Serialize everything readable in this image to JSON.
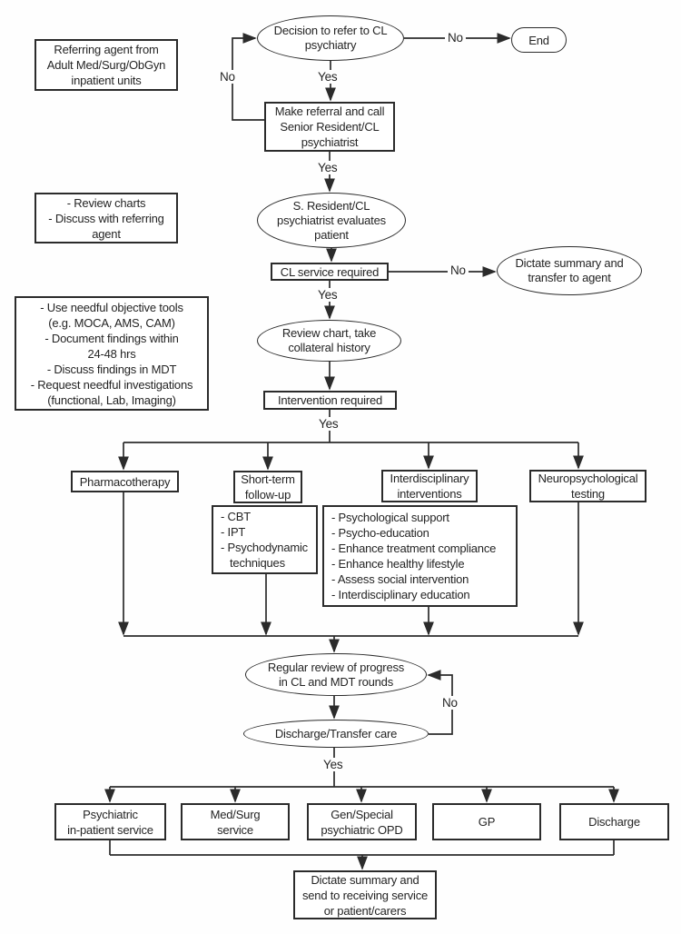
{
  "labels": {
    "yes": "Yes",
    "no": "No"
  },
  "nodes": {
    "decision_refer": {
      "lines": [
        "Decision to refer to CL",
        "psychiatry"
      ]
    },
    "end": {
      "lines": [
        "End"
      ]
    },
    "referring_agent": {
      "lines": [
        "Referring agent from",
        "Adult Med/Surg/ObGyn",
        "inpatient units"
      ]
    },
    "make_referral": {
      "lines": [
        "Make referral and call",
        "Senior Resident/CL",
        "psychiatrist"
      ]
    },
    "review_charts_note": {
      "lines": [
        "- Review charts",
        "- Discuss with referring",
        "agent"
      ]
    },
    "evaluates": {
      "lines": [
        "S. Resident/CL",
        "psychiatrist evaluates",
        "patient"
      ]
    },
    "cl_service_required": {
      "lines": [
        "CL service required"
      ]
    },
    "dictate_transfer_agent": {
      "lines": [
        "Dictate summary and",
        "transfer to agent"
      ]
    },
    "objective_tools_note": {
      "lines": [
        "- Use needful objective tools",
        "(e.g. MOCA, AMS, CAM)",
        "- Document findings within",
        "24-48 hrs",
        "- Discuss findings in MDT",
        "- Request needful investigations",
        "(functional, Lab, Imaging)"
      ]
    },
    "review_chart_collateral": {
      "lines": [
        "Review chart, take",
        "collateral history"
      ]
    },
    "intervention_required": {
      "lines": [
        "Intervention required"
      ]
    },
    "pharmacotherapy": {
      "lines": [
        "Pharmacotherapy"
      ]
    },
    "short_term": {
      "lines": [
        "Short-term",
        "follow-up"
      ]
    },
    "interdisciplinary": {
      "lines": [
        "Interdisciplinary",
        "interventions"
      ]
    },
    "neuropsych": {
      "lines": [
        "Neuropsychological",
        "testing"
      ]
    },
    "therapy_list": {
      "lines": [
        "- CBT",
        "- IPT",
        "- Psychodynamic",
        "techniques"
      ]
    },
    "interventions_list": {
      "lines": [
        "- Psychological support",
        "- Psycho-education",
        "- Enhance treatment compliance",
        "- Enhance healthy lifestyle",
        "- Assess social intervention",
        "- Interdisciplinary education"
      ]
    },
    "regular_review": {
      "lines": [
        "Regular review of progress",
        "in CL and MDT rounds"
      ]
    },
    "discharge_transfer": {
      "lines": [
        "Discharge/Transfer care"
      ]
    },
    "psych_inpatient": {
      "lines": [
        "Psychiatric",
        "in-patient service"
      ]
    },
    "med_surg": {
      "lines": [
        "Med/Surg",
        "service"
      ]
    },
    "gen_special_opd": {
      "lines": [
        "Gen/Special",
        "psychiatric OPD"
      ]
    },
    "gp": {
      "lines": [
        "GP"
      ]
    },
    "discharge": {
      "lines": [
        "Discharge"
      ]
    },
    "dictate_send": {
      "lines": [
        "Dictate summary and",
        "send to receiving service",
        "or patient/carers"
      ]
    }
  },
  "style": {
    "line_color": "#2b2b2b",
    "background": "#fefefe"
  }
}
